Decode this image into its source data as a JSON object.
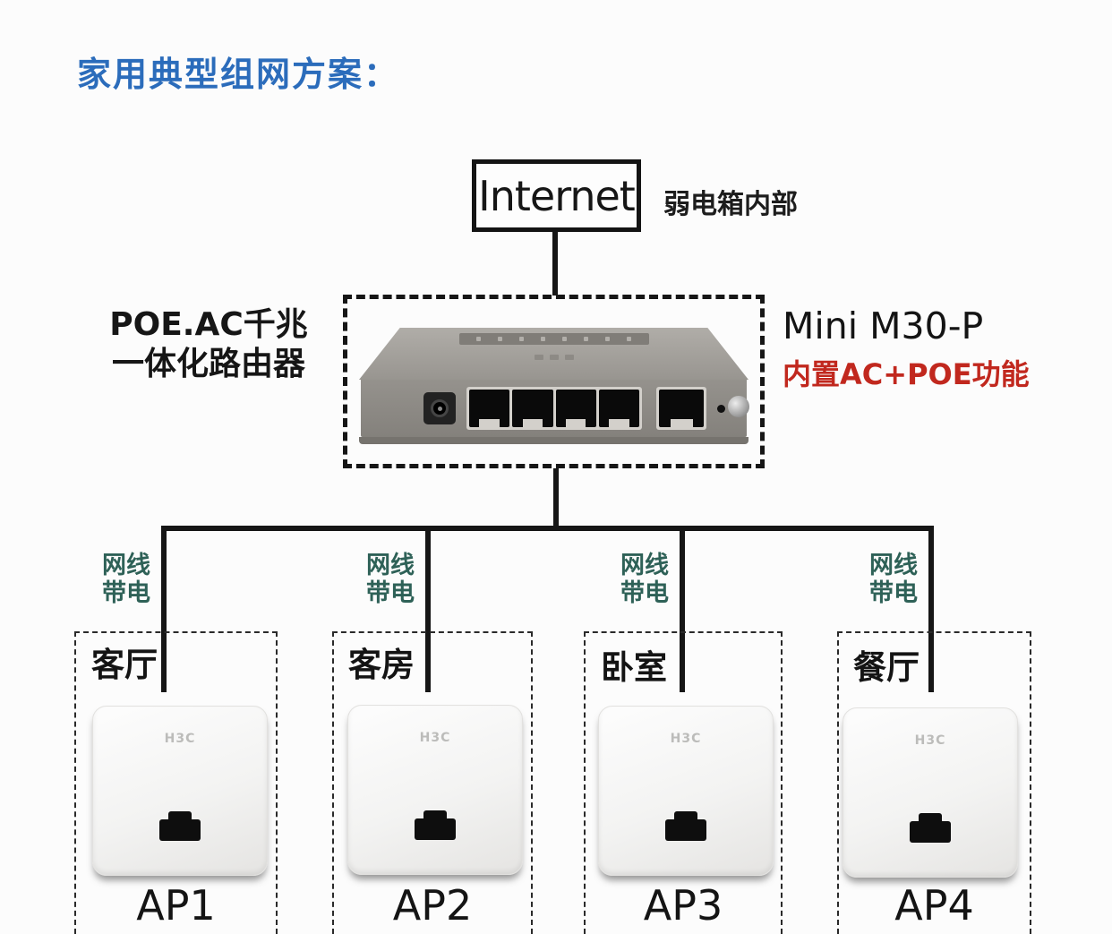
{
  "title": "家用典型组网方案：",
  "internet": {
    "label": "Internet",
    "note": "弱电箱内部"
  },
  "router": {
    "label_line1": "POE.AC千兆",
    "label_line2": "一体化路由器",
    "model": "Mini M30-P",
    "feature": "内置AC+POE功能",
    "lan_ports": 4,
    "wan_ports": 1
  },
  "cable_label": {
    "line1": "网线",
    "line2": "带电"
  },
  "aps": [
    {
      "room": "客厅",
      "name": "AP1",
      "brand": "H3C"
    },
    {
      "room": "客房",
      "name": "AP2",
      "brand": "H3C"
    },
    {
      "room": "卧室",
      "name": "AP3",
      "brand": "H3C"
    },
    {
      "room": "餐厅",
      "name": "AP4",
      "brand": "H3C"
    }
  ],
  "colors": {
    "title_blue": "#2b6cbb",
    "feature_red": "#c1281e",
    "cable_teal": "#2e6157",
    "line_black": "#161616"
  }
}
